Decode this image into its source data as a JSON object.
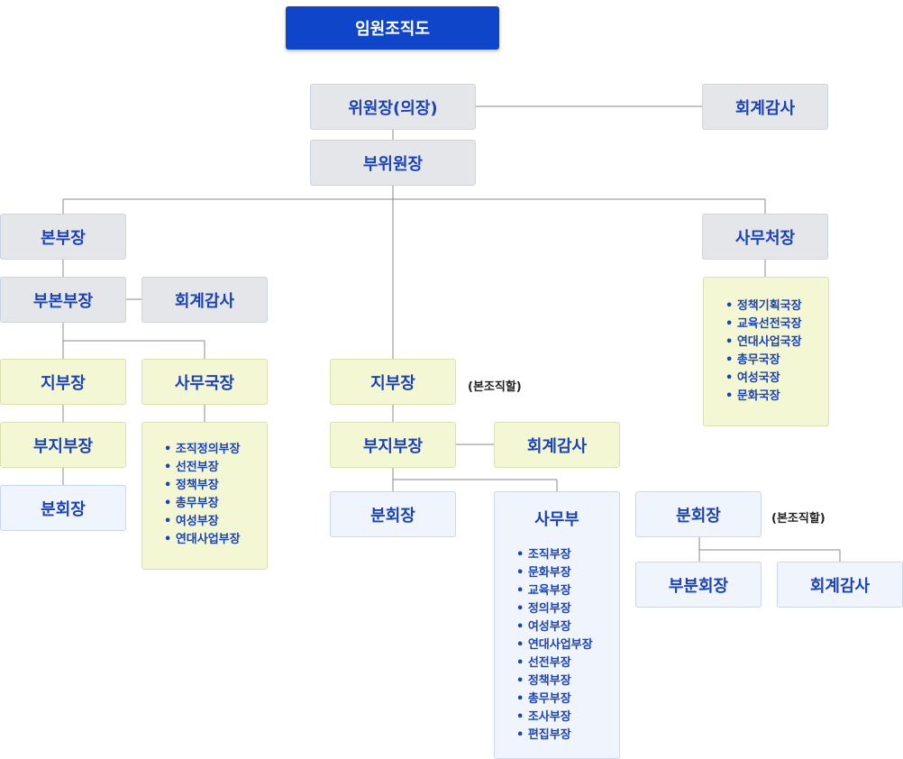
{
  "title": "임원조직도",
  "chair": "위원장(의장)",
  "chair_auditor": "회계감사",
  "vice_chair": "부위원장",
  "hq_head": "본부장",
  "hq_deputy": "부본부장",
  "hq_auditor": "회계감사",
  "secretary_general": "사무처장",
  "secretariat_list": [
    "정책기획국장",
    "교육선전국장",
    "연대사업국장",
    "총무국장",
    "여성국장",
    "문화국장"
  ],
  "left_branch": {
    "head": "지부장",
    "deputy": "부지부장",
    "chapter": "분회장",
    "office": "사무국장",
    "office_list": [
      "조직정의부장",
      "선전부장",
      "정책부장",
      "총무부장",
      "여성부장",
      "연대사업부장"
    ]
  },
  "center_branch": {
    "head": "지부장",
    "note": "(본조직할)",
    "deputy": "부지부장",
    "auditor": "회계감사",
    "chapter": "분회장",
    "office_title": "사무부",
    "office_list": [
      "조직부장",
      "문화부장",
      "교육부장",
      "정의부장",
      "여성부장",
      "연대사업부장",
      "선전부장",
      "정책부장",
      "총무부장",
      "조사부장",
      "편집부장"
    ]
  },
  "right_chapter": {
    "head": "분회장",
    "note": "(본조직할)",
    "deputy": "부분회장",
    "auditor": "회계감사"
  },
  "colors": {
    "title_bg": "#0f45c9",
    "label": "#1b43b8",
    "gray_box": "#e4e6ea",
    "yellow_box": "#f4f7d4",
    "blue_box": "#eff4fd",
    "line": "#888888"
  }
}
